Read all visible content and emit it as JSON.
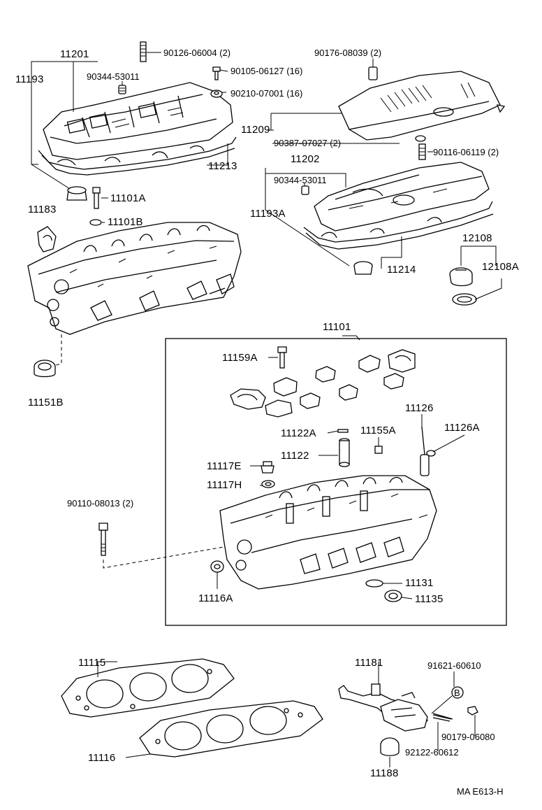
{
  "diagram": {
    "code": "MA E613-H",
    "labels": [
      {
        "id": "p11201",
        "text": "11201"
      },
      {
        "id": "p11193",
        "text": "11193"
      },
      {
        "id": "p90344a",
        "text": "90344-53011"
      },
      {
        "id": "p90126",
        "text": "90126-06004 (2)"
      },
      {
        "id": "p90105",
        "text": "90105-06127 (16)"
      },
      {
        "id": "p90210",
        "text": "90210-07001 (16)"
      },
      {
        "id": "p11213",
        "text": "11213"
      },
      {
        "id": "p11101A",
        "text": "11101A"
      },
      {
        "id": "p11183",
        "text": "11183"
      },
      {
        "id": "p11101B",
        "text": "11101B"
      },
      {
        "id": "p11151B",
        "text": "11151B"
      },
      {
        "id": "p90176",
        "text": "90176-08039 (2)"
      },
      {
        "id": "p11209",
        "text": "11209"
      },
      {
        "id": "p90387",
        "text": "90387-07027 (2)"
      },
      {
        "id": "p11202",
        "text": "11202"
      },
      {
        "id": "p90116",
        "text": "90116-06119 (2)"
      },
      {
        "id": "p90344b",
        "text": "90344-53011"
      },
      {
        "id": "p11193A",
        "text": "11193A"
      },
      {
        "id": "p12108",
        "text": "12108"
      },
      {
        "id": "p12108A",
        "text": "12108A"
      },
      {
        "id": "p11214",
        "text": "11214"
      },
      {
        "id": "p11101",
        "text": "11101"
      },
      {
        "id": "p11159A",
        "text": "11159A"
      },
      {
        "id": "p11126",
        "text": "11126"
      },
      {
        "id": "p11122A",
        "text": "11122A"
      },
      {
        "id": "p11155A",
        "text": "11155A"
      },
      {
        "id": "p11126A",
        "text": "11126A"
      },
      {
        "id": "p11122",
        "text": "11122"
      },
      {
        "id": "p11117E",
        "text": "11117E"
      },
      {
        "id": "p11117H",
        "text": "11117H"
      },
      {
        "id": "p90110",
        "text": "90110-08013 (2)"
      },
      {
        "id": "p11116A",
        "text": "11116A"
      },
      {
        "id": "p11131",
        "text": "11131"
      },
      {
        "id": "p11135",
        "text": "11135"
      },
      {
        "id": "p11115",
        "text": "11115"
      },
      {
        "id": "p11116",
        "text": "11116"
      },
      {
        "id": "p11181",
        "text": "11181"
      },
      {
        "id": "p91621",
        "text": "91621-60610"
      },
      {
        "id": "pB",
        "text": "B"
      },
      {
        "id": "p90179",
        "text": "90179-06080"
      },
      {
        "id": "p92122",
        "text": "92122-60612"
      },
      {
        "id": "p11188",
        "text": "11188"
      }
    ]
  }
}
